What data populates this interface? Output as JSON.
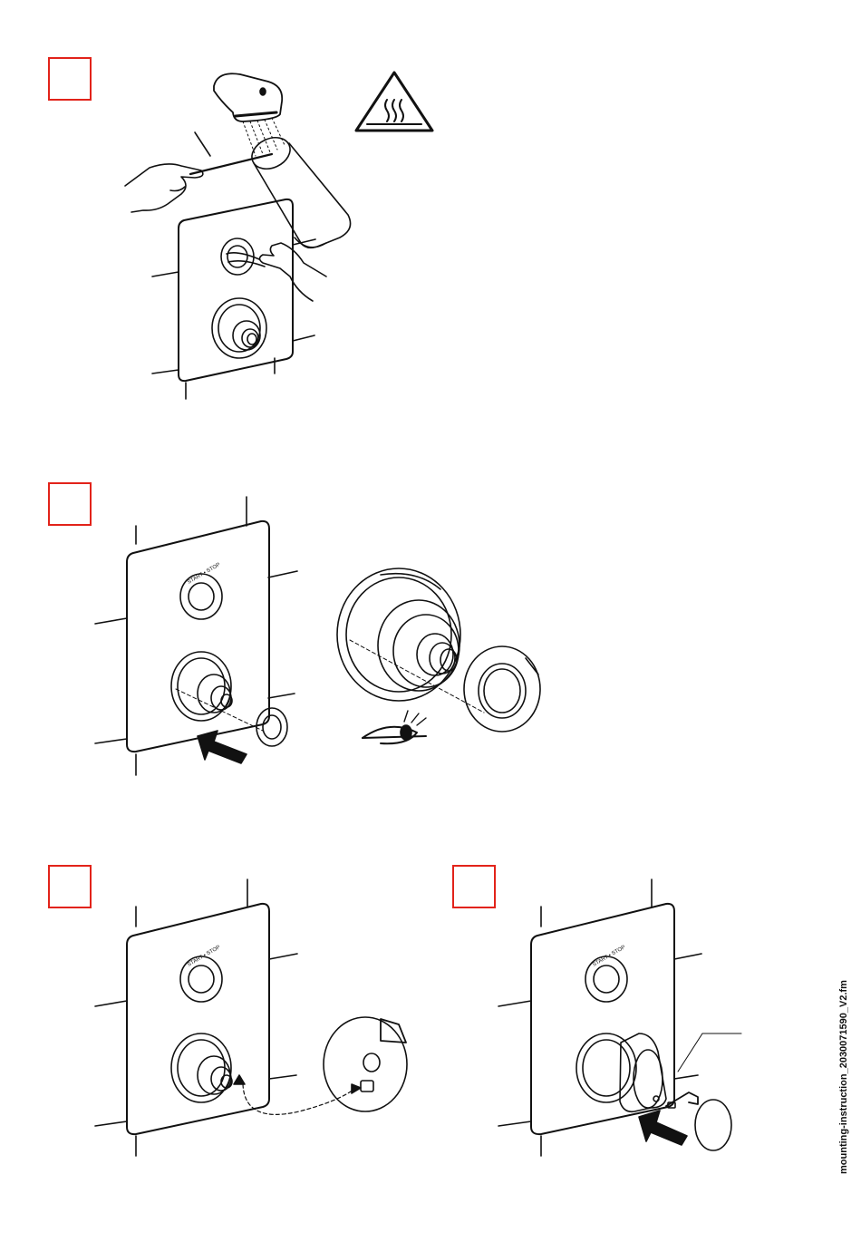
{
  "document": {
    "type": "mounting instruction",
    "file_name": "mounting-instruction_2030071590_V2.fm",
    "marker_color": "#e2231a"
  },
  "steps": [
    {
      "id": "step-1",
      "illustration": "flush-water-temperature-check",
      "warning_icon": "hot-surface-warning-icon"
    },
    {
      "id": "step-2",
      "illustration": "fit-trim-ring-inspect-seal",
      "symbols": [
        "push-arrow-icon",
        "eye-icon"
      ]
    },
    {
      "id": "step-3",
      "illustration": "align-handle-spline"
    },
    {
      "id": "step-4",
      "illustration": "attach-handle-cap",
      "symbols": [
        "push-arrow-icon",
        "hex-key-icon"
      ]
    }
  ],
  "panel_labels": {
    "button": "START • STOP"
  }
}
